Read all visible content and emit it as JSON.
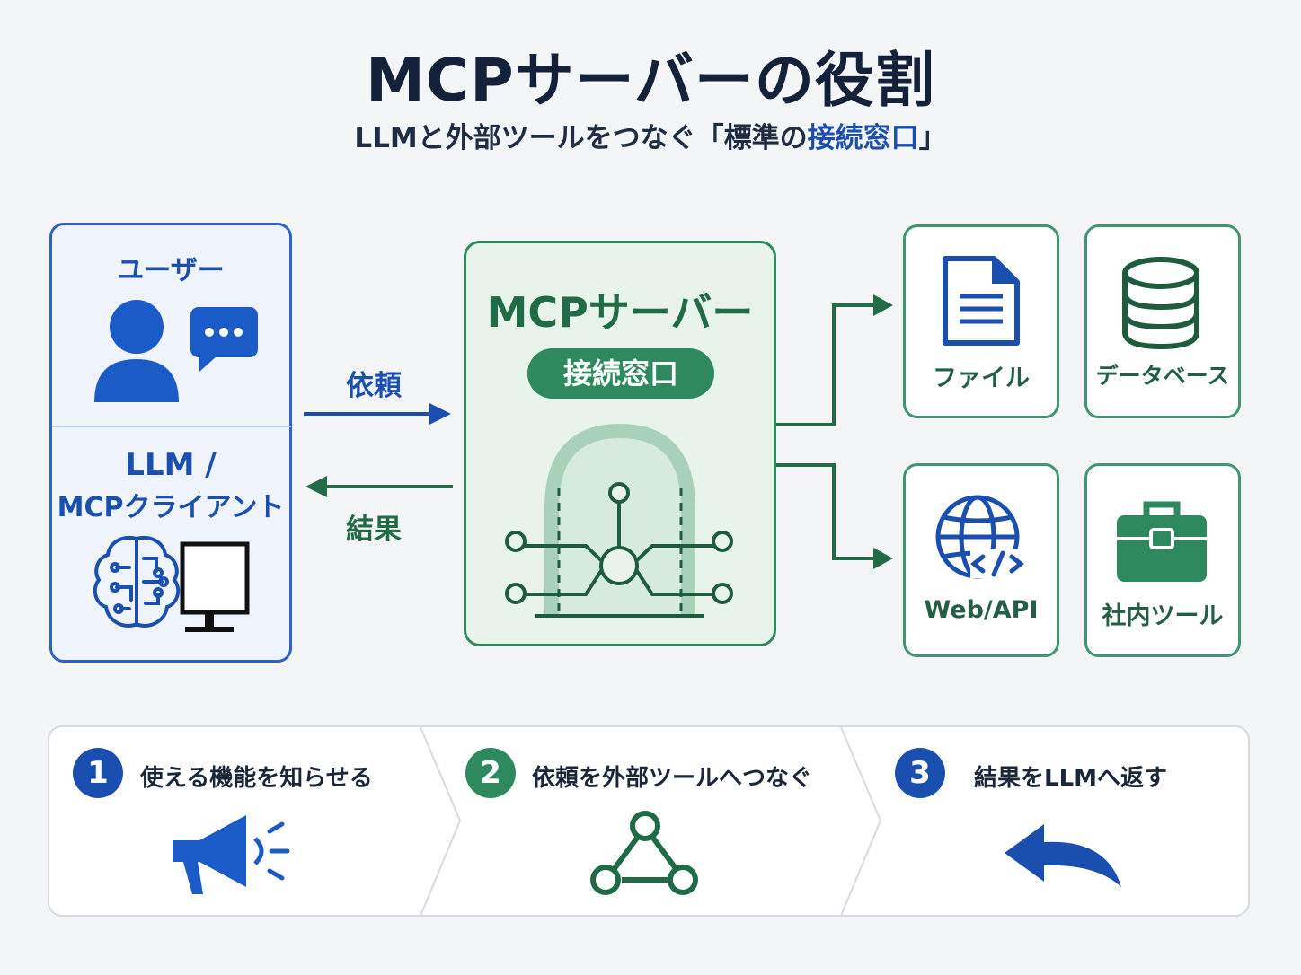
{
  "title": "MCPサーバーの役割",
  "subtitle_prefix": "LLMと外部ツールをつなぐ「標準の",
  "subtitle_highlight": "接続窓口",
  "subtitle_suffix": "」",
  "left": {
    "user_label": "ユーザー",
    "client_label_1": "LLM /",
    "client_label_2": "MCPクライアント"
  },
  "arrows": {
    "request_label": "依頼",
    "result_label": "結果"
  },
  "center": {
    "title": "MCPサーバー",
    "pill": "接続窓口"
  },
  "tools": [
    {
      "label": "ファイル",
      "icon": "document-icon"
    },
    {
      "label": "データベース",
      "icon": "database-icon"
    },
    {
      "label": "Web/API",
      "icon": "globe-code-icon"
    },
    {
      "label": "社内ツール",
      "icon": "briefcase-icon"
    }
  ],
  "steps": [
    {
      "num": "1",
      "text": "使える機能を知らせる",
      "icon": "megaphone-icon"
    },
    {
      "num": "2",
      "text": "依頼を外部ツールへつなぐ",
      "icon": "network-triangle-icon"
    },
    {
      "num": "3",
      "text": "結果をLLMへ返す",
      "icon": "return-arrow-icon"
    }
  ],
  "colors": {
    "blue": "#1a4fb0",
    "green": "#2e8a5e",
    "dark_green": "#226b47"
  }
}
